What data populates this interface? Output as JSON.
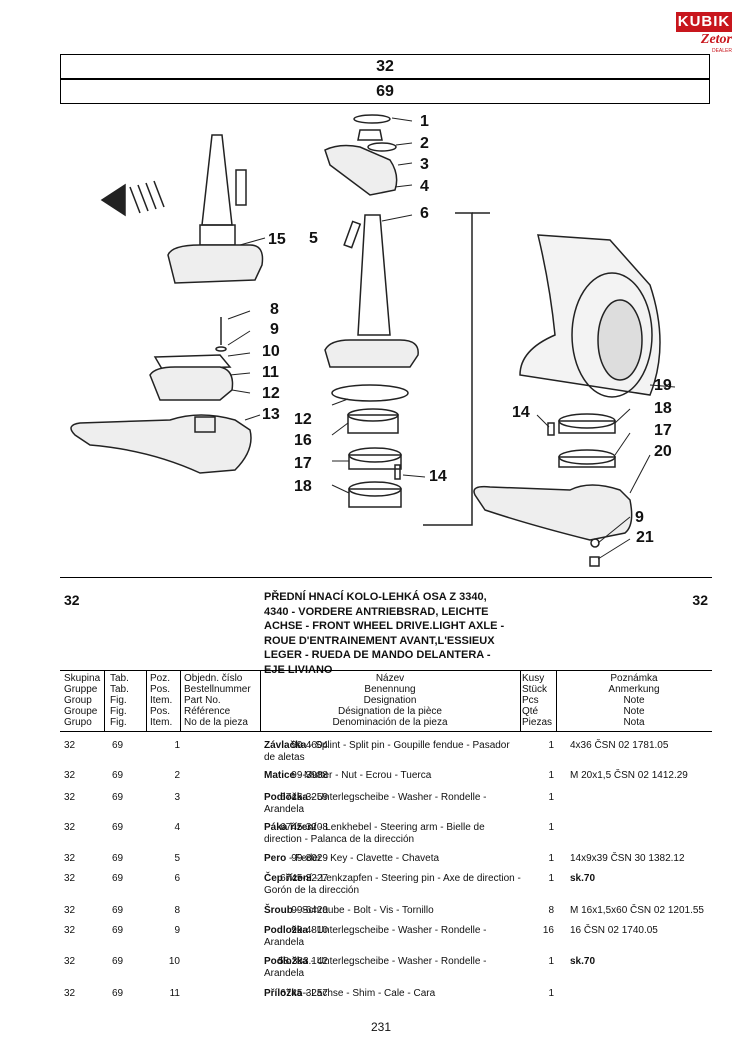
{
  "logo": {
    "brand": "KUBIK",
    "sub": "Zetor",
    "dealer": "DEALER"
  },
  "header": {
    "group": "32",
    "table": "69"
  },
  "callouts": [
    "1",
    "2",
    "3",
    "4",
    "5",
    "6",
    "8",
    "9",
    "10",
    "11",
    "12",
    "13",
    "15",
    "12",
    "16",
    "17",
    "18",
    "14",
    "14",
    "18",
    "17",
    "20",
    "19",
    "9",
    "21"
  ],
  "info": {
    "group_left": "32",
    "group_right": "32",
    "title": "PŘEDNÍ HNACÍ KOLO-LEHKÁ OSA Z 3340,\n4340 - VORDERE ANTRIEBSRAD, LEICHTE\nACHSE - FRONT WHEEL DRIVE.LIGHT AXLE -\nROUE D'ENTRAINEMENT AVANT,L'ESSIEUX\nLEGER - RUEDA DE MANDO DELANTERA -\nEJE LIVIANO"
  },
  "table_header": {
    "group": [
      "Skupina",
      "Gruppe",
      "Group",
      "Groupe",
      "Grupo"
    ],
    "tab": [
      "Tab.",
      "Tab.",
      "Fig.",
      "Fig.",
      "Fig."
    ],
    "pos": [
      "Poz.",
      "Pos.",
      "Item.",
      "Pos.",
      "Item."
    ],
    "order": [
      "Objedn. číslo",
      "Bestellnummer",
      "Part No.",
      "Référence",
      "No de la pieza"
    ],
    "name": [
      "Název",
      "Benennung",
      "Designation",
      "Désignation de la pièce",
      "Denominación de la pieza"
    ],
    "qty": [
      "Kusy",
      "Stück",
      "Pcs",
      "Qté",
      "Piezas"
    ],
    "note": [
      "Poznámka",
      "Anmerkung",
      "Note",
      "Note",
      "Nota"
    ]
  },
  "rows": [
    {
      "group": "32",
      "tab": "69",
      "pos": "1",
      "order": "99-4604",
      "name_bold": "Závlačka",
      "name": " - Splint - Split pin - Goupille fendue - Pasador de aletas",
      "qty": "1",
      "note": "4x36 ČSN 02 1781.05"
    },
    {
      "group": "32",
      "tab": "69",
      "pos": "2",
      "order": "99-3988",
      "name_bold": "Matice",
      "name": " - Mutter - Nut - Ecrou - Tuerca",
      "qty": "1",
      "note": "M 20x1,5 ČSN 02 1412.29"
    },
    {
      "group": "32",
      "tab": "69",
      "pos": "3",
      "order": "6745-3259",
      "name_bold": "Podložka",
      "name": " - Unterlegscheibe - Washer - Rondelle - Arandela",
      "qty": "1",
      "note": ""
    },
    {
      "group": "32",
      "tab": "69",
      "pos": "4",
      "order": "6745-3208",
      "name_bold": "Páka řízení",
      "name": " - Lenkhebel - Steering arm - Bielle de direction - Palanca de la dirección",
      "qty": "1",
      "note": ""
    },
    {
      "group": "32",
      "tab": "69",
      "pos": "5",
      "order": "99-8029",
      "name_bold": "Pero",
      "name": " - Feder - Key - Clavette - Chaveta",
      "qty": "1",
      "note": "14x9x39 ČSN 30 1382.12"
    },
    {
      "group": "32",
      "tab": "69",
      "pos": "6",
      "order": "6745-3227",
      "name_bold": "Čep řízení",
      "name": " - Lenkzapfen - Steering pin - Axe de direction - Gorón de la dirección",
      "qty": "1",
      "note": "sk.70"
    },
    {
      "group": "32",
      "tab": "69",
      "pos": "8",
      "order": "99-6420",
      "name_bold": "Šroub",
      "name": " - Schraube - Bolt - Vis - Tornillo",
      "qty": "8",
      "note": "M 16x1,5x60 ČSN 02 1201.55"
    },
    {
      "group": "32",
      "tab": "69",
      "pos": "9",
      "order": "99-4810",
      "name_bold": "Podložka",
      "name": " - Unterlegscheibe - Washer - Rondelle - Arandela",
      "qty": "16",
      "note": "16 ČSN 02 1740.05"
    },
    {
      "group": "32",
      "tab": "69",
      "pos": "10",
      "order": "58.383.142",
      "name_bold": "Podložka",
      "name": " - Unterlegscheibe - Washer - Rondelle - Arandela",
      "qty": "1",
      "note": "sk.70"
    },
    {
      "group": "32",
      "tab": "69",
      "pos": "11",
      "order": "6745-3257",
      "name_bold": "Příložka",
      "name": " - Lachse - Shim - Cale - Cara",
      "qty": "1",
      "note": ""
    }
  ],
  "page_number": "231"
}
